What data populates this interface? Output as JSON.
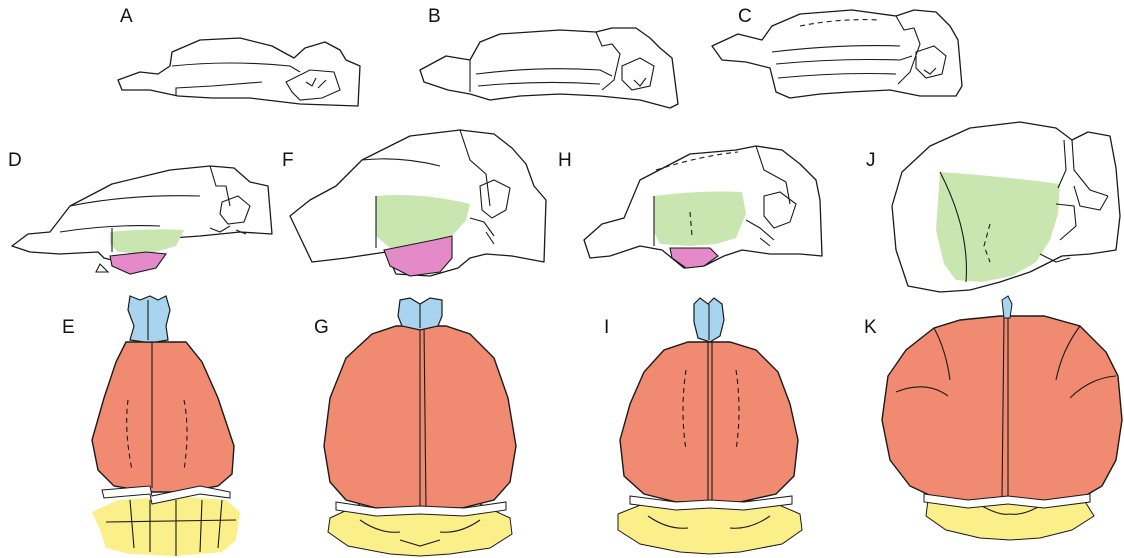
{
  "figure": {
    "panels": [
      {
        "id": "A",
        "label": "A",
        "view": "lateral"
      },
      {
        "id": "B",
        "label": "B",
        "view": "lateral"
      },
      {
        "id": "C",
        "label": "C",
        "view": "lateral"
      },
      {
        "id": "D",
        "label": "D",
        "view": "lateral"
      },
      {
        "id": "E",
        "label": "E",
        "view": "dorsal"
      },
      {
        "id": "F",
        "label": "F",
        "view": "lateral"
      },
      {
        "id": "G",
        "label": "G",
        "view": "dorsal"
      },
      {
        "id": "H",
        "label": "H",
        "view": "lateral"
      },
      {
        "id": "I",
        "label": "I",
        "view": "dorsal"
      },
      {
        "id": "J",
        "label": "J",
        "view": "lateral"
      },
      {
        "id": "K",
        "label": "K",
        "view": "dorsal"
      }
    ],
    "colors": {
      "cerebrum_dorsal": "#f08a70",
      "olfactory_bulb": "#a8d4f0",
      "cerebellum": "#fbef8a",
      "temporal_lobe": "#c9e5b0",
      "ventral_region": "#e58ac8",
      "outline": "#1a1a1a",
      "background": "#ffffff"
    }
  }
}
